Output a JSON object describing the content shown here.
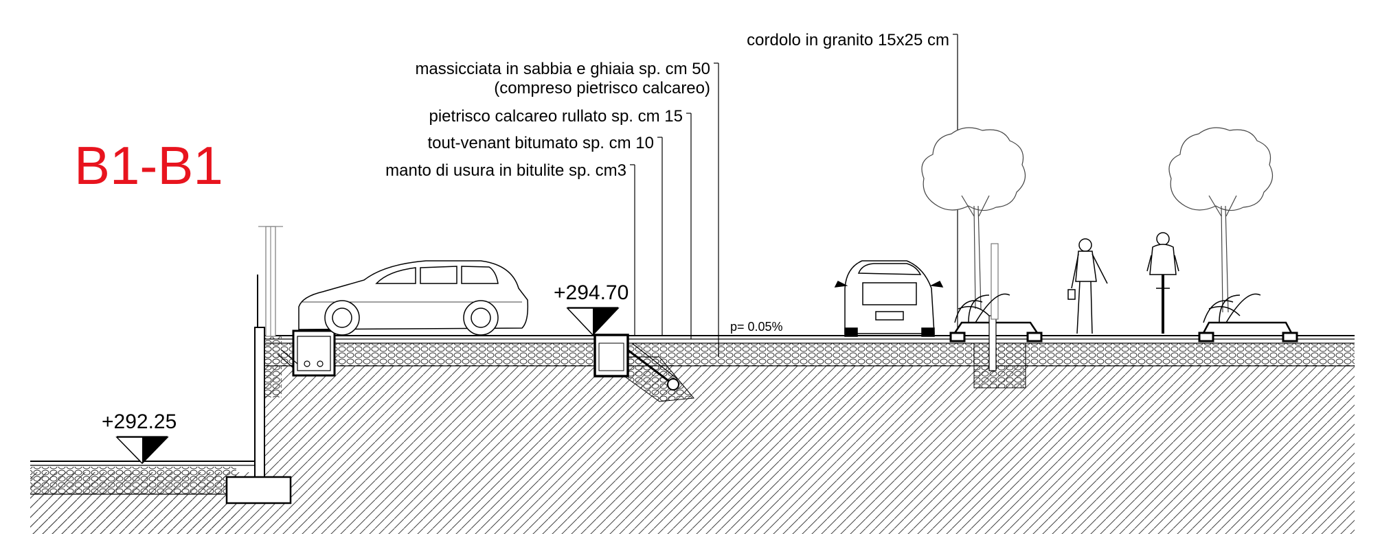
{
  "section_title": "B1-B1",
  "callouts": [
    "cordolo in granito 15x25 cm",
    "massicciata in sabbia e ghiaia sp. cm 50",
    "(compreso pietrisco calcareo)",
    "pietrisco calcareo rullato sp. cm 15",
    "tout-venant bitumato sp. cm 10",
    "manto di usura in bitulite sp. cm3"
  ],
  "elevations": {
    "road": "+294.70",
    "lower": "+292.25"
  },
  "slope": "p= 0.05%",
  "colors": {
    "title": "#e8141e",
    "line": "#000000",
    "fill_under": "#ffffff"
  }
}
